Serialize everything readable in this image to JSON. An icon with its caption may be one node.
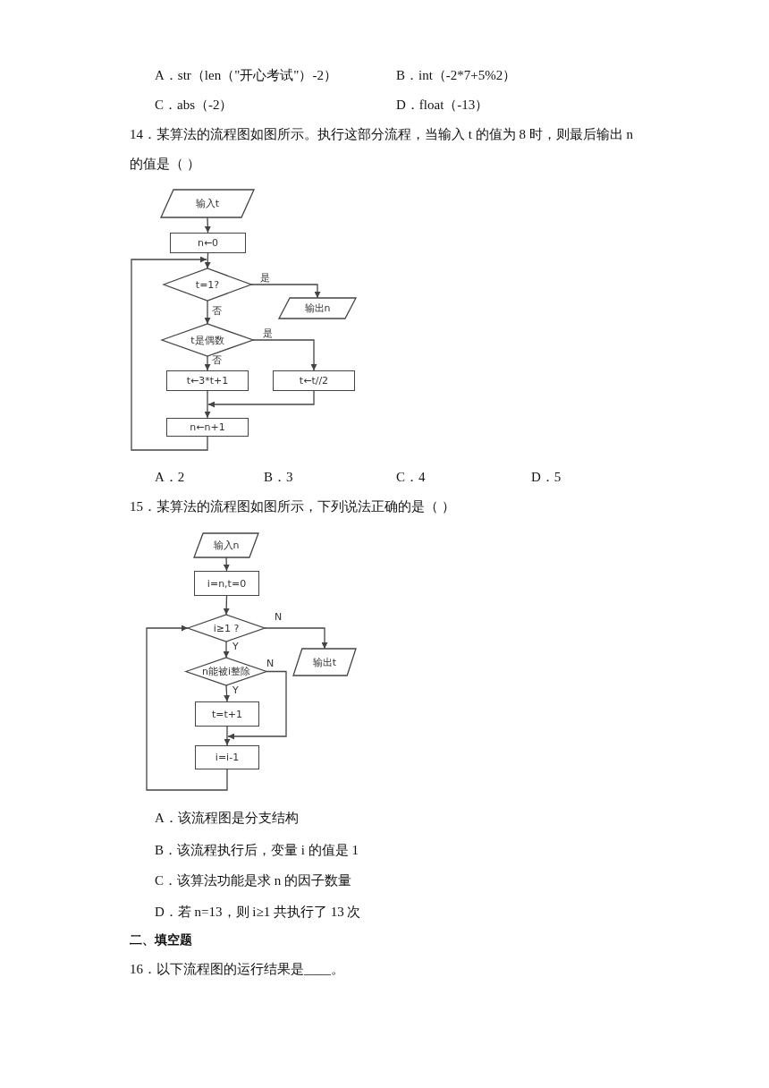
{
  "diagram": {
    "nodes": [
      {
        "text": [
          "输入t"
        ]
      },
      {
        "text": [
          "n←0"
        ]
      },
      {
        "text": [
          "t=1?"
        ]
      },
      {
        "text": [
          "输出n"
        ]
      },
      {
        "text": [
          "t是偶数"
        ]
      },
      {
        "text": [
          "t←3*t+1"
        ]
      },
      {
        "text": [
          "t←t//2"
        ]
      },
      {
        "text": [
          "n←n+1"
        ]
      },
      {
        "text": [
          "输入n"
        ]
      },
      {
        "text": [
          "i=n,t=0"
        ]
      },
      {
        "text": [
          "i≥1 ?"
        ]
      },
      {
        "text": [
          "输出t"
        ]
      },
      {
        "text": [
          "n能被i整除"
        ]
      },
      {
        "text": [
          "t=t+1"
        ]
      },
      {
        "text": [
          "i=i-1"
        ]
      }
    ],
    "edges": [
      {
        "from": 0,
        "to": 1,
        "arrow": "to"
      },
      {
        "from": 1,
        "to": 2,
        "arrow": "to"
      },
      {
        "from": 2,
        "to": 3,
        "arrow": "to",
        "label": "是"
      },
      {
        "from": 2,
        "to": 4,
        "arrow": "to",
        "label": "否"
      },
      {
        "from": 4,
        "to": 5,
        "arrow": "to",
        "label": "否"
      },
      {
        "from": 4,
        "to": 6,
        "arrow": "to",
        "label": "是"
      },
      {
        "from": 5,
        "to": 7,
        "arrow": "to"
      },
      {
        "from": 6,
        "to": 7,
        "arrow": "to"
      },
      {
        "from": 7,
        "to": 2,
        "arrow": "to"
      },
      {
        "from": 8,
        "to": 9,
        "arrow": "to"
      },
      {
        "from": 9,
        "to": 10,
        "arrow": "to"
      },
      {
        "from": 10,
        "to": 11,
        "arrow": "to",
        "label": "N"
      },
      {
        "from": 10,
        "to": 12,
        "arrow": "to",
        "label": "Y"
      },
      {
        "from": 12,
        "to": 13,
        "arrow": "to",
        "label": "Y"
      },
      {
        "from": 12,
        "to": 14,
        "arrow": "to",
        "label": "N"
      },
      {
        "from": 13,
        "to": 14,
        "arrow": "to"
      },
      {
        "from": 14,
        "to": 10,
        "arrow": "to"
      }
    ],
    "labels": [
      "A．str（len（\"开心考试\"）-2）",
      "B．int（-2*7+5%2）",
      "C．abs（-2）",
      "D．float（-13）",
      "14．某算法的流程图如图所示。执行这部分流程，当输入 t 的值为 8 时，则最后输出 n 的值是（ ）",
      "A．2",
      "B．3",
      "C．4",
      "D．5",
      "15．某算法的流程图如图所示，下列说法正确的是（ ）",
      "A．该流程图是分支结构",
      "B．该流程执行后，变量 i 的值是 1",
      "C．该算法功能是求 n 的因子数量",
      "D．若 n=13，则 i≥1 共执行了 13 次",
      "二、填空题",
      "16．以下流程图的运行结果是____。"
    ]
  }
}
